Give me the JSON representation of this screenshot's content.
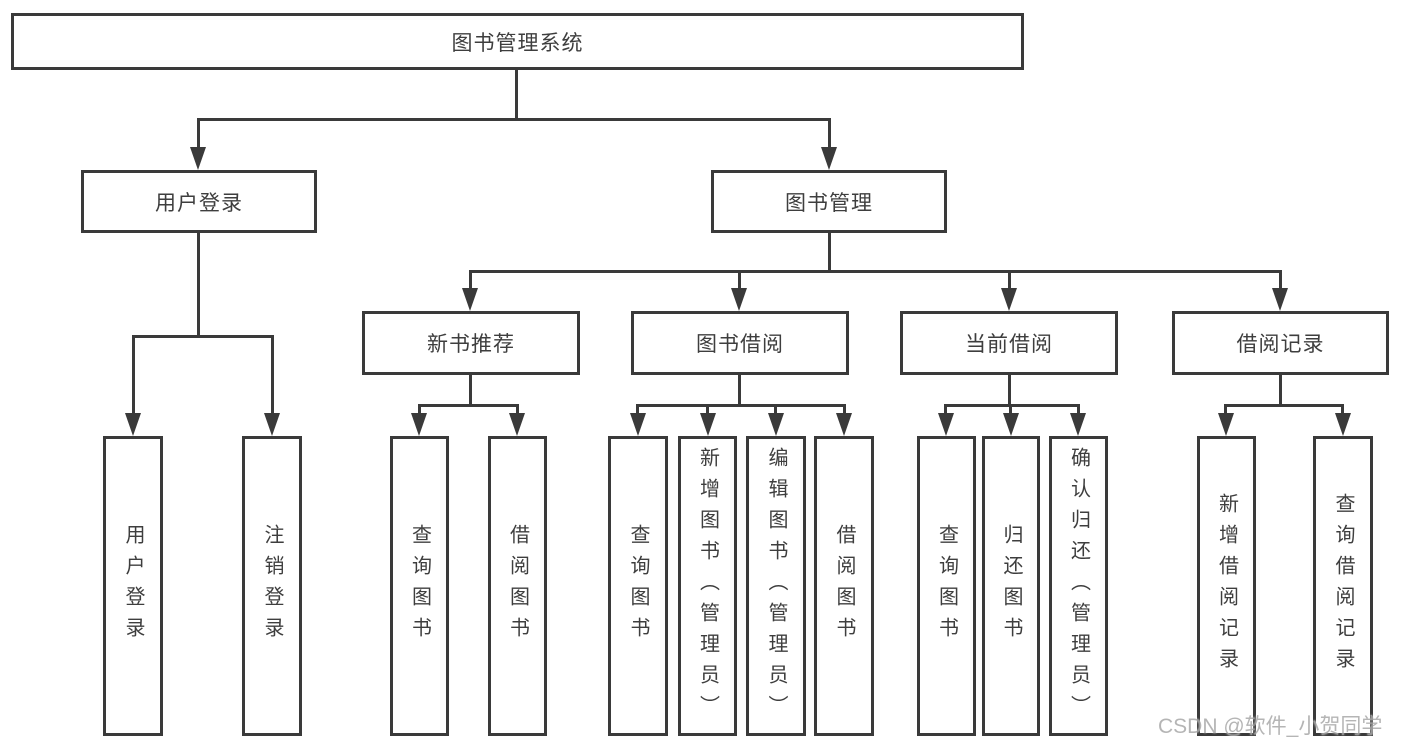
{
  "diagram": {
    "title_node": "图书管理系统",
    "branches": {
      "user_login": {
        "label": "用户登录",
        "children": [
          "用户登录",
          "注销登录"
        ]
      },
      "book_management": {
        "label": "图书管理",
        "children": {
          "new_books": {
            "label": "新书推荐",
            "children": [
              "查询图书",
              "借阅图书"
            ]
          },
          "book_borrowing": {
            "label": "图书借阅",
            "children": [
              "查询图书",
              "新增图书（管理员）",
              "编辑图书（管理员）",
              "借阅图书"
            ]
          },
          "current_borrowing": {
            "label": "当前借阅",
            "children": [
              "查询图书",
              "归还图书",
              "确认归还（管理员）"
            ]
          },
          "borrowing_records": {
            "label": "借阅记录",
            "children": [
              "新增借阅记录",
              "查询借阅记录"
            ]
          }
        }
      }
    }
  },
  "watermark": {
    "text": "CSDN @软件_小贺同学"
  },
  "colors": {
    "line": "#3a3a3a",
    "text": "#3e3e3e",
    "box_bg": "#ffffff",
    "page_bg": "#ffffff",
    "wm": "#a9a9a9"
  }
}
